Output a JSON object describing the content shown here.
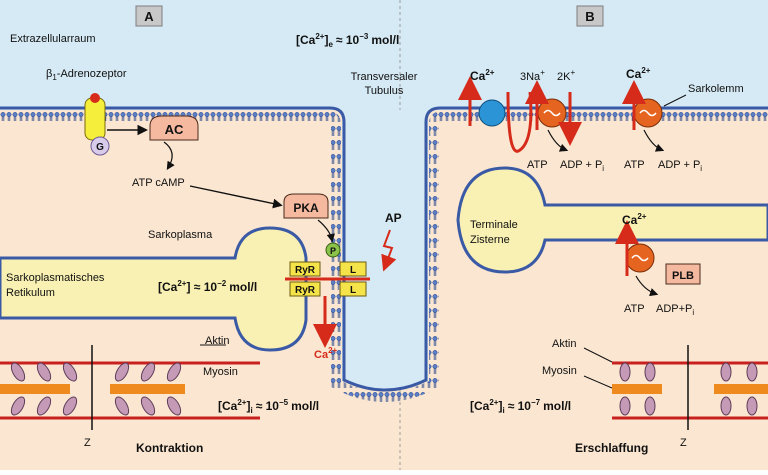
{
  "panels": {
    "a": "A",
    "b": "B"
  },
  "labels": {
    "extracellular": "Extrazellularraum",
    "ca_e_base": "[Ca",
    "ca_e_sup": "2+",
    "ca_e_mid": "]",
    "ca_e_sub": "e",
    "ca_e_val": "≈ 10",
    "ca_e_exp": "−3",
    "ca_e_unit": "mol/l",
    "beta_prefix": "β",
    "beta_sub": "1",
    "beta_rest": "-Adrenozeptor",
    "g": "G",
    "ac": "AC",
    "atp_camp": "ATP cAMP",
    "pka": "PKA",
    "p": "P",
    "sarkoplasma": "Sarkoplasma",
    "sr_line1": "Sarkoplasmatisches",
    "sr_line2": "Retikulum",
    "ca_sr_base": "[Ca",
    "ca_sr_sup": "2+",
    "ca_sr_rest": "] ≈ 10",
    "ca_sr_exp": "−2",
    "ca_sr_unit": "mol/l",
    "ryr": "RyR",
    "l": "L",
    "ca2": "Ca",
    "ca2_sup": "2+",
    "ap": "AP",
    "tt_line1": "Transversaler",
    "tt_line2": "Tubulus",
    "aktin": "Aktin",
    "myosin": "Myosin",
    "ca_i_a_base": "[Ca",
    "ca_i_a_sup": "2+",
    "ca_i_a_mid": "]",
    "ca_i_a_sub": "i",
    "ca_i_a_val": "≈ 10",
    "ca_i_a_exp": "−5",
    "ca_i_a_unit": "mol/l",
    "z": "Z",
    "kontraktion": "Kontraktion",
    "na": "3Na",
    "na_sup": "+",
    "k": "2K",
    "k_sup": "+",
    "sarkolemm": "Sarkolemm",
    "atp": "ATP",
    "adp_pi": "ADP + P",
    "pi_sub": "i",
    "terminal_line1": "Terminale",
    "terminal_line2": "Zisterne",
    "plb": "PLB",
    "adp_pi_compact": "ADP+P",
    "ca_i_b_base": "[Ca",
    "ca_i_b_sup": "2+",
    "ca_i_b_mid": "]",
    "ca_i_b_sub": "i",
    "ca_i_b_val": "≈ 10",
    "ca_i_b_exp": "−7",
    "ca_i_b_unit": "mol/l",
    "erschlaffung": "Erschlaffung"
  },
  "colors": {
    "extracellular": "#d6eaf5",
    "cytoplasm": "#fbe7d1",
    "membrane": "#3b5aa6",
    "sr": "#f9f1b3",
    "arrow_red": "#d62b1a",
    "enzyme": "#f5b9a0",
    "ion_pump": "#e56520",
    "exchanger": "#2a94d6",
    "myosin": "#ef8a1e",
    "myosin_head": "#c59ab7",
    "actin": "#c8201e",
    "panel_tab": "#c8c8c8"
  }
}
